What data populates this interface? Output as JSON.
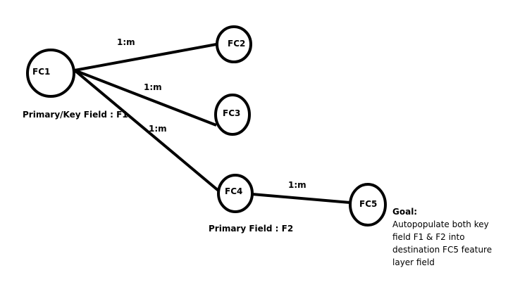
{
  "nodes": {
    "fc1": "FC1",
    "fc2": "FC2",
    "fc3": "FC3",
    "fc4": "FC4",
    "fc5": "FC5"
  },
  "edges": {
    "fc1_fc2": "1:m",
    "fc1_fc3": "1:m",
    "fc1_fc4": "1:m",
    "fc4_fc5": "1:m"
  },
  "notes": {
    "fc1_key": "Primary/Key Field : F1",
    "fc4_key": "Primary Field : F2"
  },
  "goal": {
    "title": "Goal:",
    "lines": [
      "Autopopulate both key",
      "field F1 & F2 into",
      "destination FC5 feature",
      "layer field"
    ]
  },
  "colors": {
    "stroke": "#000000",
    "background": "#ffffff"
  }
}
